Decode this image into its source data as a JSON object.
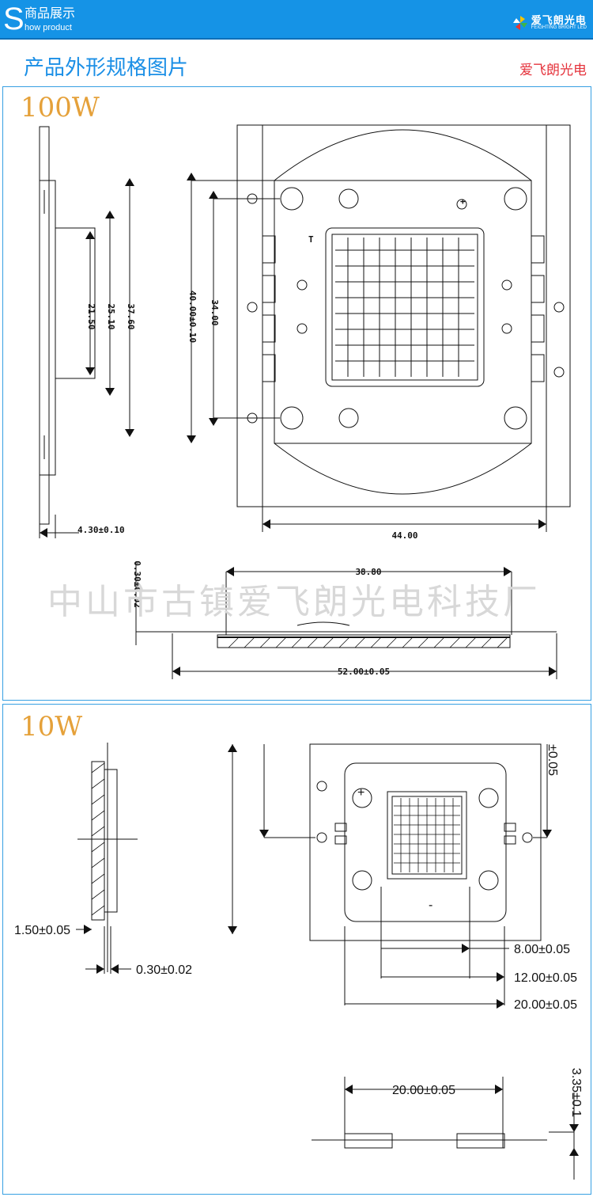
{
  "header": {
    "big_letter": "S",
    "title_cn": "商品展示",
    "title_en": "how product",
    "logo_cn": "爱飞朗光电",
    "logo_en": "FEIGHTING BRIGHT LED",
    "logo_icon": "pinwheel-logo-icon"
  },
  "section": {
    "title": "产品外形规格图片",
    "brand": "爱飞朗光电"
  },
  "watermark": "中山市古镇爱飞朗光电科技厂",
  "panel_100w": {
    "label": "100W",
    "dims": {
      "d_4_30": "4.30±0.10",
      "d_21_50": "21.50",
      "d_25_10": "25.10",
      "d_37_60": "37.60",
      "d_40_00": "40.00±0.10",
      "d_34_00": "34.00",
      "d_44_00": "44.00",
      "d_38_80": "38.80",
      "d_0_30": "0.30±0.02",
      "d_52_00": "52.00±0.05"
    },
    "plus_sign": "+",
    "t_label": "T"
  },
  "panel_10w": {
    "label": "10W",
    "dims": {
      "d_1_50": "1.50±0.05",
      "d_0_30": "0.30±0.02",
      "d_0_05": "±0.05",
      "d_8_00": "8.00±0.05",
      "d_12_00": "12.00±0.05",
      "d_20_00": "20.00±0.05",
      "d_20_00_b": "20.00±0.05",
      "d_3_35": "3.35±0.1"
    },
    "plus_sign": "+",
    "minus_sign": "-"
  }
}
